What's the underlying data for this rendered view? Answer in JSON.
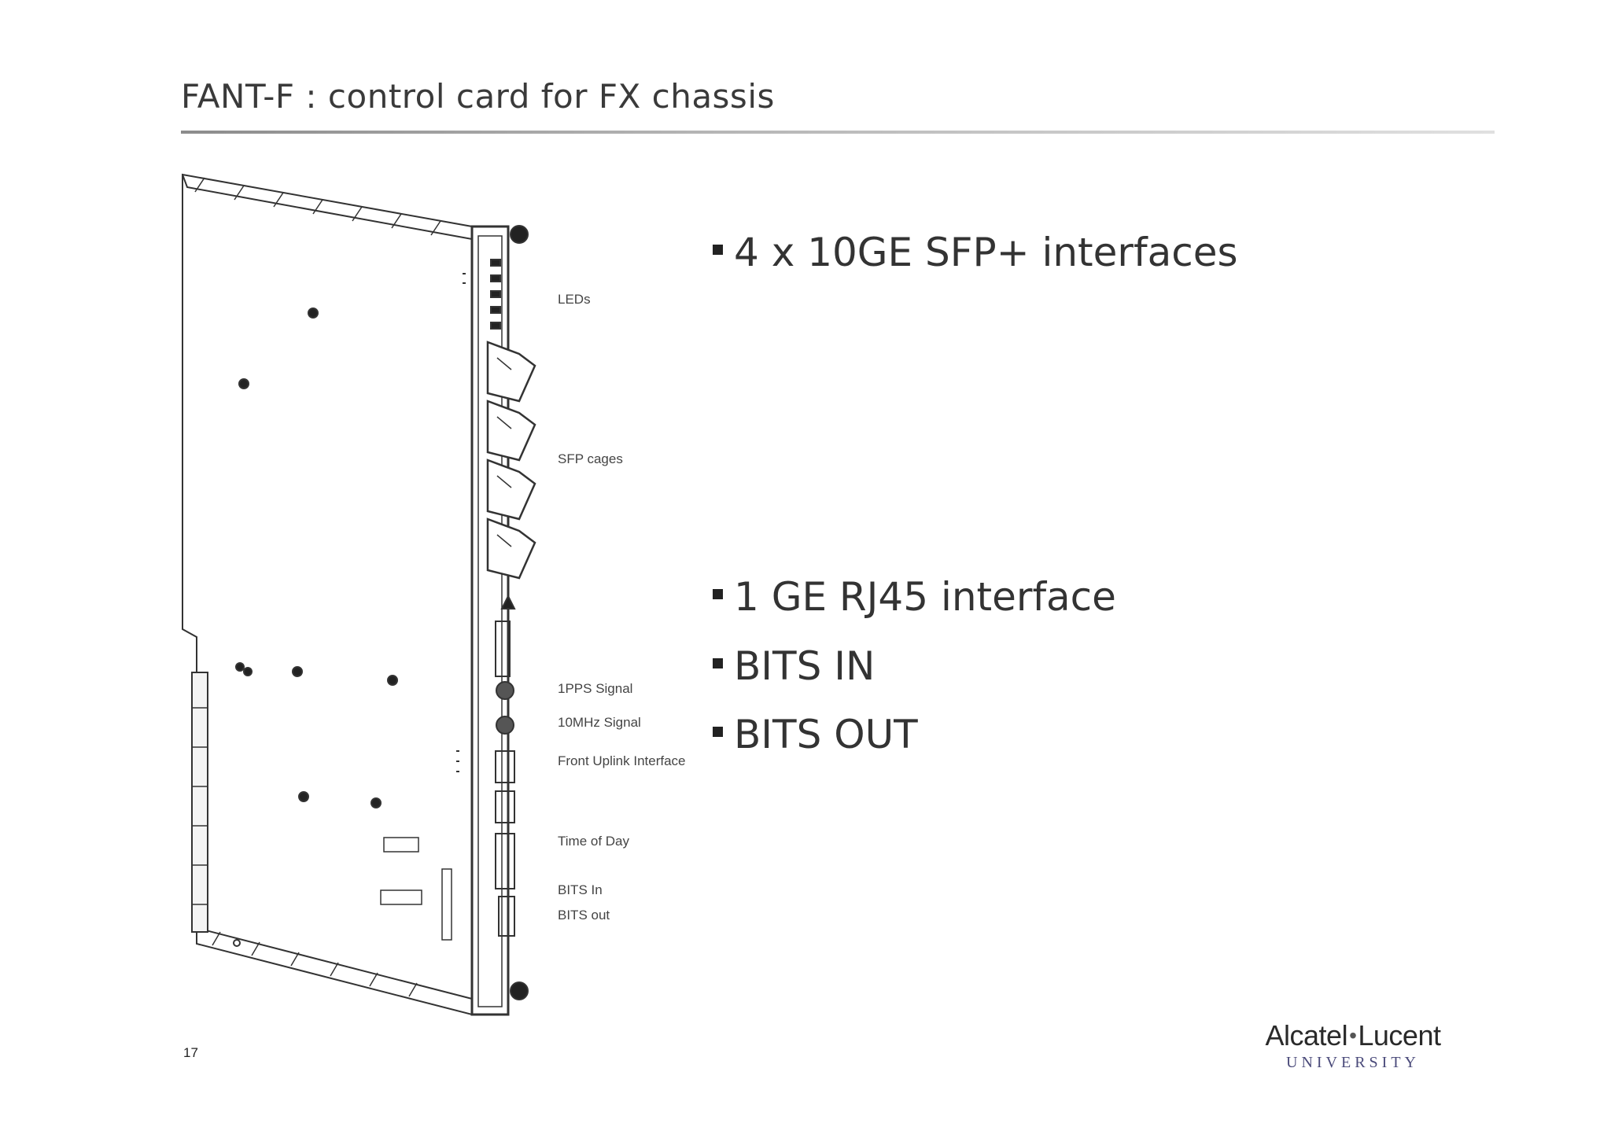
{
  "slide": {
    "title": "FANT-F : control card for FX chassis",
    "page_number": "17"
  },
  "diagram": {
    "callouts": [
      "LEDs",
      "SFP cages",
      "1PPS Signal",
      "10MHz Signal",
      "Front Uplink Interface",
      "Time of Day",
      "BITS In",
      "BITS out"
    ]
  },
  "bullets": [
    "4 x 10GE SFP+ interfaces",
    "1 GE RJ45 interface",
    "BITS IN",
    "BITS OUT"
  ],
  "logo": {
    "brand_left": "Alcatel",
    "brand_right": "Lucent",
    "subtitle": "UNIVERSITY"
  }
}
